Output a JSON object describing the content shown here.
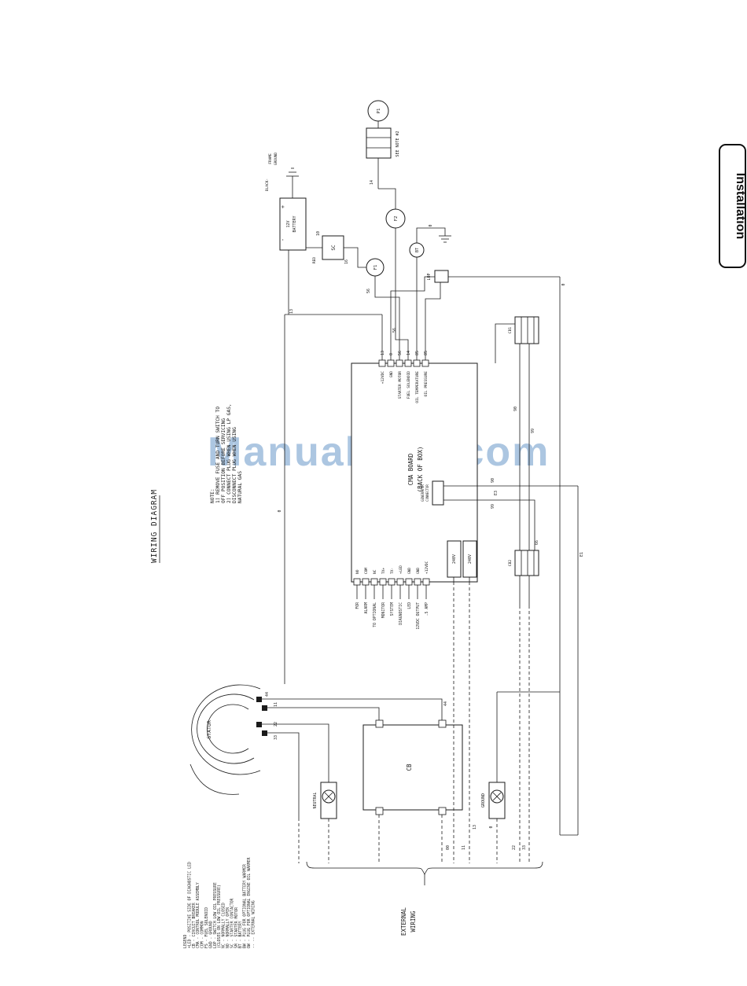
{
  "tab": {
    "label": "Installation"
  },
  "watermark": {
    "text": "ManualsLib.com",
    "color": "#a4c0de"
  },
  "title": "WIRING DIAGRAM",
  "note": {
    "lines": [
      "NOTE:",
      "1) REMOVE FUSE AND TURN SWITCH TO",
      "OFF POSITION BEFORE SERVICING",
      "2) CONNECT PLUG WHEN USING LP GAS,",
      "DISCONNECT PLUG WHEN USING",
      "NATURAL GAS"
    ]
  },
  "components": {
    "p1": "P1",
    "f1": "F1",
    "f2": "F2",
    "sc": "SC",
    "bt": "BT",
    "lop": "LOP",
    "see_note": "SEE NOTE #2",
    "battery": {
      "line1": "12V",
      "line2": "BATTERY",
      "plus": "+",
      "minus": "-"
    },
    "black_wire": "BLACK-",
    "red_wire": "RED",
    "frame_ground": {
      "line1": "FRAME",
      "line2": "GROUND"
    },
    "cma": {
      "line1": "CMA BOARD",
      "line2": "(BACK OF BOX)"
    },
    "gen_conn": {
      "line1": "GENERATOR",
      "line2": "CONNECTOR"
    },
    "v240_left": "240V",
    "v240_right": "240V",
    "cb1": "CB1",
    "cb2": "CB2",
    "stator": "STATOR",
    "cb": "CB",
    "neutral": "NEUTRAL",
    "ground": "GROUND"
  },
  "board": {
    "top_wire_numbers": [
      "13",
      "0",
      "56",
      "14",
      "85",
      "85"
    ],
    "top_terminal_labels": [
      "+12VDC",
      "GND",
      "STARTER MOTOR",
      "FUEL SOLENOID",
      "OIL TEMPERATURE",
      "OIL PRESSURE"
    ],
    "bottom_terminal_labels": [
      "NO",
      "COM",
      "NC",
      "TX+",
      "TX-",
      "+LED",
      "GND",
      "GND",
      "+12VDC"
    ]
  },
  "alarm_note": {
    "lines": [
      "FOR",
      "ALARM",
      "TO OPTIONAL",
      "MONITOR",
      "SYSTEM",
      "DIAGNOSTIC",
      "LED",
      "12VDC OUTPUT",
      ".5 AMP"
    ]
  },
  "wire_labels": [
    "14",
    "10",
    "16",
    "56",
    "56",
    "0",
    "13",
    "0",
    "90",
    "99",
    "E3",
    "90",
    "99",
    "66",
    "E1",
    "44",
    "44",
    "11",
    "22",
    "33",
    "00",
    "11",
    "22",
    "33",
    "13",
    "0",
    "0"
  ],
  "external_wiring": {
    "line1": "EXTERNAL",
    "line2": "WIRING"
  },
  "legend": {
    "lines": [
      "LEGEND",
      "+LED - POSITIVE SIDE OF DIAGNOSTIC LED",
      "CB - CIRCUIT BREAKER",
      "CMA - CONTROL MODULE ASSEMBLY",
      "COM - COMMON",
      "FS - FUEL SOLENOID",
      "GND - GROUND",
      "LOP - SWITCH LOW OIL PRESSURE",
      "(CLOSES ON LOW OIL PRESSURE)",
      "NC - NORMALLY CLOSED",
      "NO - NORMALLY OPEN",
      "SC - STARTER CONTACTOR",
      "SM - STARTER MOTOR",
      "BT - BATTERY",
      "BW - PLUG FOR OPTIONAL BATTERY WARMER",
      "OW - PLUG FOR OPTIONAL ENGINE OIL WARMER",
      "-- -- EXTERNAL WIRING"
    ]
  }
}
